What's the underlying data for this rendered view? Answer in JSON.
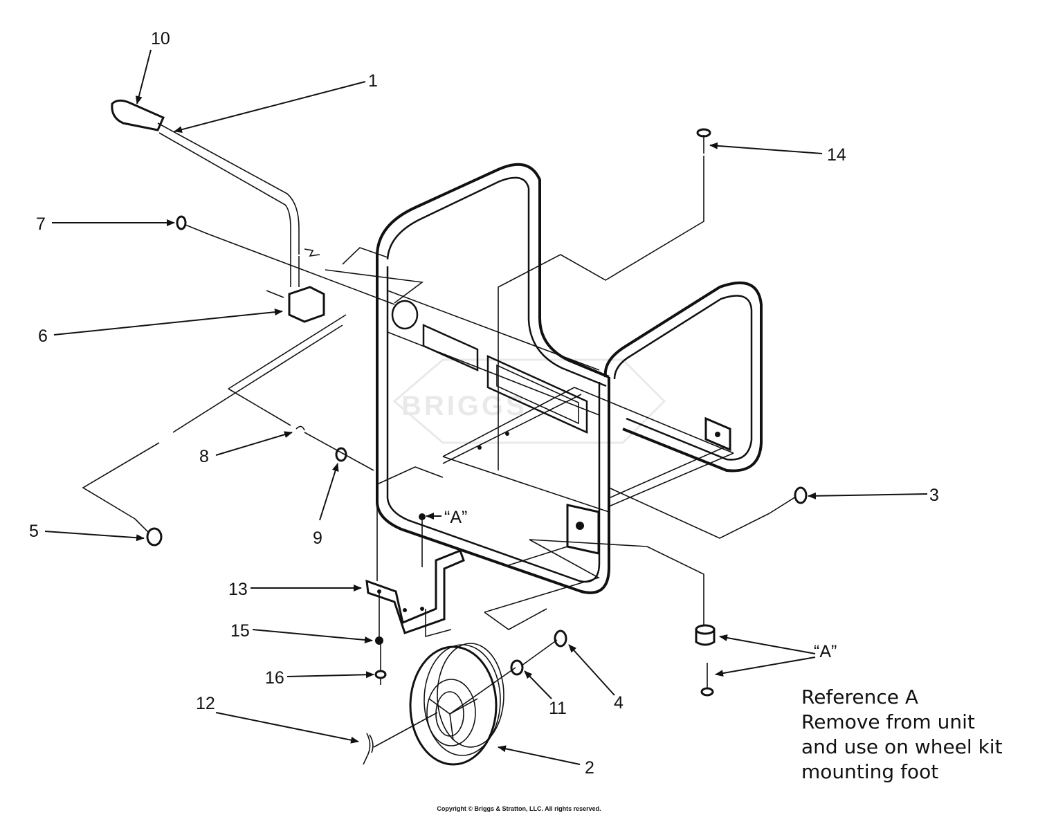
{
  "diagram": {
    "callouts": {
      "c1": "1",
      "c2": "2",
      "c3": "3",
      "c4": "4",
      "c5": "5",
      "c6": "6",
      "c7": "7",
      "c8": "8",
      "c9": "9",
      "c10": "10",
      "c11": "11",
      "c12": "12",
      "c13": "13",
      "c14": "14",
      "c15": "15",
      "c16": "16",
      "a_top": "“A”",
      "a_right": "“A”"
    },
    "watermark": "BRIGGS",
    "reference_note": [
      "Reference A",
      "Remove from unit",
      "and use on wheel kit",
      "mounting foot"
    ],
    "copyright": "Copyright © Briggs & Stratton, LLC. All rights reserved."
  }
}
